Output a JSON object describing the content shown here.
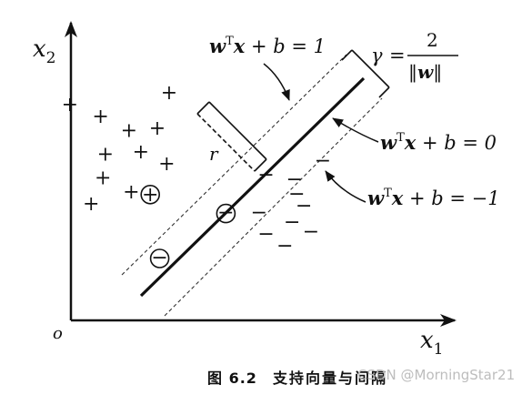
{
  "figure": {
    "axes": {
      "x_label_main": "x",
      "x_label_sub": "1",
      "y_label_main": "x",
      "y_label_sub": "2",
      "origin_label": "o"
    },
    "equations": {
      "upper_margin": {
        "w": "w",
        "sup": "T",
        "x": "x",
        "rest": " + b = 1"
      },
      "decision": {
        "w": "w",
        "sup": "T",
        "x": "x",
        "rest": " + b = 0"
      },
      "lower_margin": {
        "w": "w",
        "sup": "T",
        "x": "x",
        "rest": " + b = −1"
      }
    },
    "gamma": {
      "symbol": "γ",
      "equals": "=",
      "numerator": "2",
      "denominator_open": "‖",
      "denominator_w": "w",
      "denominator_close": "‖"
    },
    "distance_label": "r",
    "positive_symbol": "+",
    "negative_symbol": "−",
    "positive_points": [
      [
        -0.82,
        0.35
      ],
      [
        -0.69,
        0.3
      ],
      [
        -0.4,
        0.4
      ],
      [
        -0.57,
        0.24
      ],
      [
        -0.45,
        0.25
      ],
      [
        -0.67,
        0.14
      ],
      [
        -0.52,
        0.15
      ],
      [
        -0.41,
        0.1
      ],
      [
        -0.68,
        0.04
      ],
      [
        -0.56,
        -0.02
      ],
      [
        -0.73,
        -0.07
      ]
    ],
    "negative_points": [
      [
        0.01,
        0.05
      ],
      [
        0.13,
        0.03
      ],
      [
        0.25,
        0.11
      ],
      [
        0.14,
        -0.03
      ],
      [
        0.17,
        -0.08
      ],
      [
        -0.02,
        -0.11
      ],
      [
        0.12,
        -0.15
      ],
      [
        0.2,
        -0.19
      ],
      [
        0.01,
        -0.2
      ],
      [
        0.09,
        -0.25
      ]
    ],
    "support_vectors_positive": [
      [
        -0.48,
        -0.03
      ]
    ],
    "support_vectors_negative": [
      [
        -0.16,
        -0.11
      ],
      [
        -0.44,
        -0.3
      ]
    ]
  },
  "caption": {
    "label": "图 6.2",
    "title": "支持向量与间隔",
    "watermark": "CSDN @MorningStar21"
  }
}
